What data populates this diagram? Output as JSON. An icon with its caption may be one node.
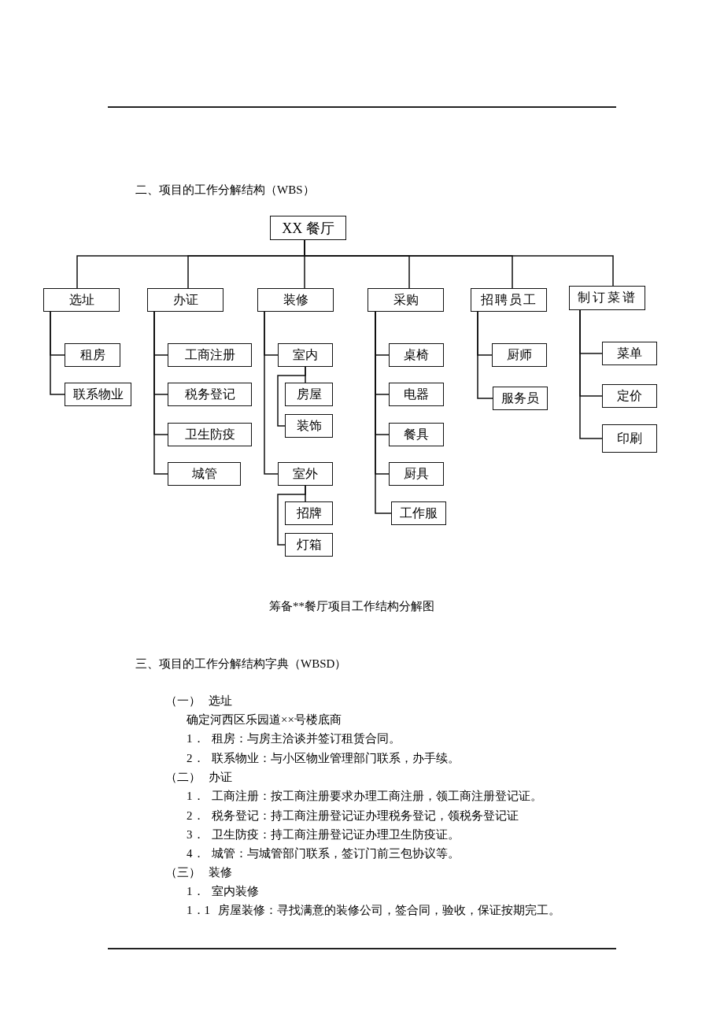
{
  "diagram": {
    "title": "二、项目的工作分解结构（WBS）",
    "caption": "筹备**餐厅项目工作结构分解图",
    "nodes": [
      {
        "text": [
          "XX 餐厅"
        ]
      },
      {
        "text": [
          "选址"
        ]
      },
      {
        "text": [
          "租房"
        ]
      },
      {
        "text": [
          "联系物业"
        ]
      },
      {
        "text": [
          "办证"
        ]
      },
      {
        "text": [
          "工商注册"
        ]
      },
      {
        "text": [
          "税务登记"
        ]
      },
      {
        "text": [
          "卫生防疫"
        ]
      },
      {
        "text": [
          "城管"
        ]
      },
      {
        "text": [
          "装修"
        ]
      },
      {
        "text": [
          "室内"
        ]
      },
      {
        "text": [
          "房屋"
        ]
      },
      {
        "text": [
          "装饰"
        ]
      },
      {
        "text": [
          "室外"
        ]
      },
      {
        "text": [
          "招牌"
        ]
      },
      {
        "text": [
          "灯箱"
        ]
      },
      {
        "text": [
          "采购"
        ]
      },
      {
        "text": [
          "桌椅"
        ]
      },
      {
        "text": [
          "电器"
        ]
      },
      {
        "text": [
          "餐具"
        ]
      },
      {
        "text": [
          "厨具"
        ]
      },
      {
        "text": [
          "工作服"
        ]
      },
      {
        "text": [
          "招聘员工"
        ]
      },
      {
        "text": [
          "厨师"
        ]
      },
      {
        "text": [
          "服务员"
        ]
      },
      {
        "text": [
          "制订菜谱"
        ]
      },
      {
        "text": [
          "菜单"
        ]
      },
      {
        "text": [
          "定价"
        ]
      },
      {
        "text": [
          "印刷"
        ]
      }
    ],
    "edges": [
      {
        "from": 0,
        "to": 1,
        "arrow": "none"
      },
      {
        "from": 0,
        "to": 4,
        "arrow": "none"
      },
      {
        "from": 0,
        "to": 9,
        "arrow": "none"
      },
      {
        "from": 0,
        "to": 16,
        "arrow": "none"
      },
      {
        "from": 0,
        "to": 22,
        "arrow": "none"
      },
      {
        "from": 0,
        "to": 25,
        "arrow": "none"
      },
      {
        "from": 1,
        "to": 2,
        "arrow": "none"
      },
      {
        "from": 1,
        "to": 3,
        "arrow": "none"
      },
      {
        "from": 4,
        "to": 5,
        "arrow": "none"
      },
      {
        "from": 4,
        "to": 6,
        "arrow": "none"
      },
      {
        "from": 4,
        "to": 7,
        "arrow": "none"
      },
      {
        "from": 4,
        "to": 8,
        "arrow": "none"
      },
      {
        "from": 9,
        "to": 10,
        "arrow": "none"
      },
      {
        "from": 10,
        "to": 11,
        "arrow": "none"
      },
      {
        "from": 10,
        "to": 12,
        "arrow": "none"
      },
      {
        "from": 9,
        "to": 13,
        "arrow": "none"
      },
      {
        "from": 13,
        "to": 14,
        "arrow": "none"
      },
      {
        "from": 13,
        "to": 15,
        "arrow": "none"
      },
      {
        "from": 16,
        "to": 17,
        "arrow": "none"
      },
      {
        "from": 16,
        "to": 18,
        "arrow": "none"
      },
      {
        "from": 16,
        "to": 19,
        "arrow": "none"
      },
      {
        "from": 16,
        "to": 20,
        "arrow": "none"
      },
      {
        "from": 16,
        "to": 21,
        "arrow": "none"
      },
      {
        "from": 22,
        "to": 23,
        "arrow": "none"
      },
      {
        "from": 22,
        "to": 24,
        "arrow": "none"
      },
      {
        "from": 25,
        "to": 26,
        "arrow": "none"
      },
      {
        "from": 25,
        "to": 27,
        "arrow": "none"
      },
      {
        "from": 25,
        "to": 28,
        "arrow": "none"
      }
    ],
    "labels": [
      "三、项目的工作分解结构字典（WBSD）",
      "（一） 选址",
      "确定河西区乐园道××号楼底商",
      "1． 租房：与房主洽谈并签订租赁合同。",
      "2． 联系物业：与小区物业管理部门联系，办手续。",
      "（二） 办证",
      "1． 工商注册：按工商注册要求办理工商注册，领工商注册登记证。",
      "2． 税务登记：持工商注册登记证办理税务登记，领税务登记证",
      "3． 卫生防疫：持工商注册登记证办理卫生防疫证。",
      "4． 城管：与城管部门联系，签订门前三包协议等。",
      "（三） 装修",
      "1． 室内装修",
      "1．1 房屋装修：寻找满意的装修公司，签合同，验收，保证按期完工。"
    ]
  }
}
